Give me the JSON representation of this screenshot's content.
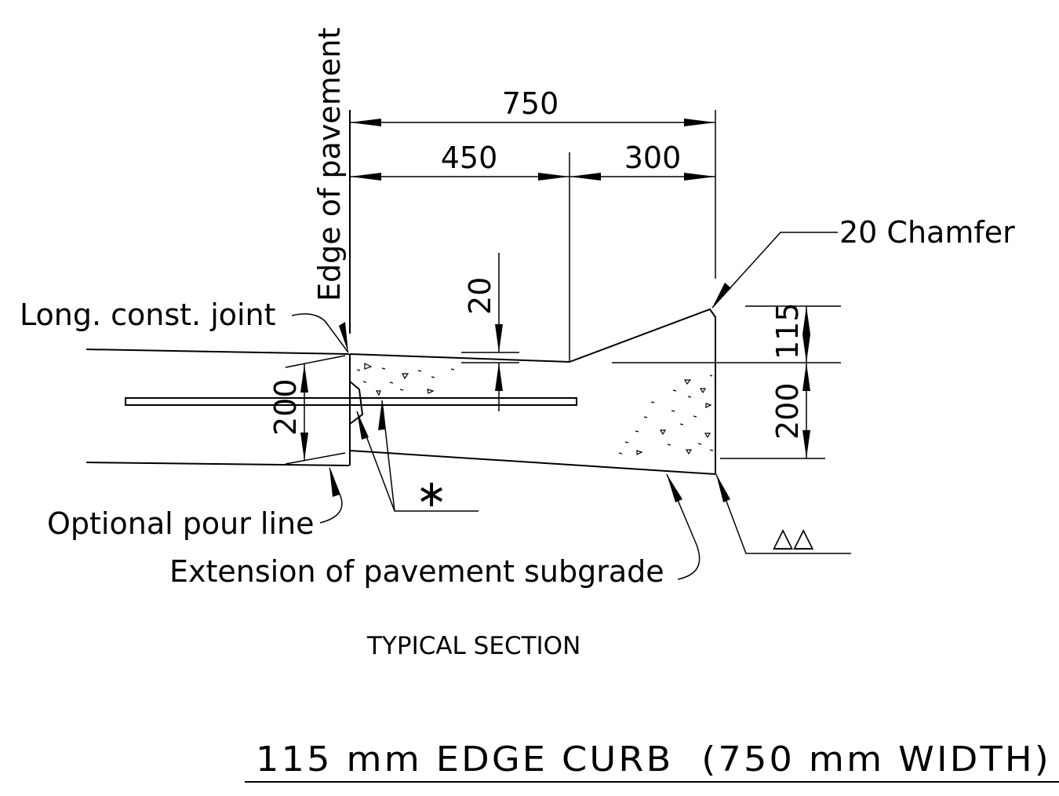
{
  "drawing": {
    "title": "115 mm EDGE CURB  (750 mm WIDTH)",
    "section_caption": "TYPICAL SECTION"
  },
  "labels": {
    "edge_of_pavement": "Edge of pavement",
    "long_const_joint": "Long. const. joint",
    "chamfer": "20 Chamfer",
    "optional_pour_line": "Optional pour line",
    "extension_subgrade": "Extension of pavement subgrade",
    "asterisk_note": "∗",
    "delta_note": "△△"
  },
  "dimensions": {
    "overall_width": "750",
    "inner_width": "450",
    "outer_width": "300",
    "drop": "20",
    "curb_height": "115",
    "slab_depth": "200",
    "base_depth": "200"
  }
}
